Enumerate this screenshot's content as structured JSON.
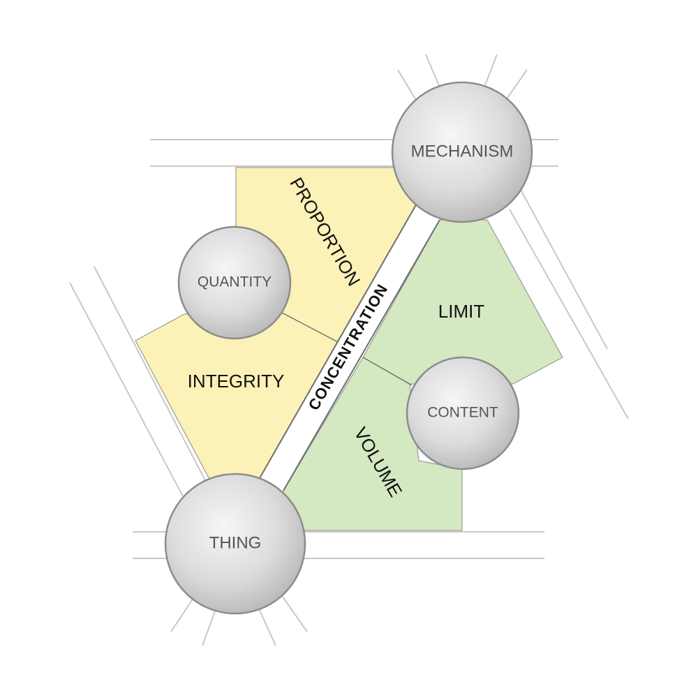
{
  "nodes": {
    "mechanism": "MECHANISM",
    "quantity": "QUANTITY",
    "content": "CONTENT",
    "thing": "THING"
  },
  "regions": {
    "proportion": "PROPORTION",
    "integrity": "INTEGRITY",
    "limit": "LIMIT",
    "volume": "VOLUME"
  },
  "band": {
    "label": "CONCENTRATION"
  },
  "colors": {
    "yellow_region": "#fcf1b7",
    "green_region": "#d4e8c1",
    "region_outline": "#9a9a9a",
    "node_fill_light": "#f5f5f5",
    "node_fill_dark": "#bfbfbf",
    "node_outline": "#8c8c8c",
    "guide_lines": "#c8c8c8"
  }
}
